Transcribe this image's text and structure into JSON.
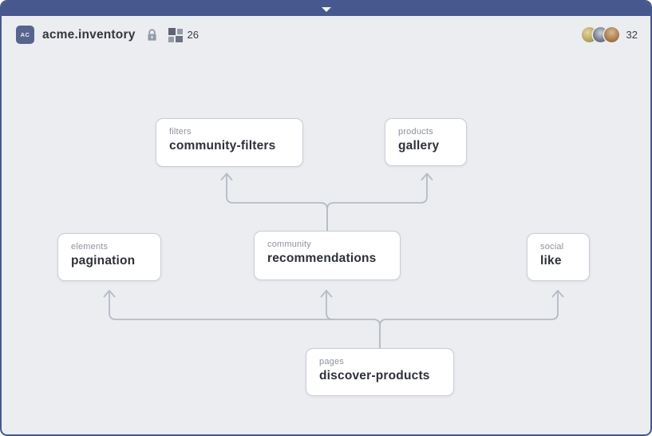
{
  "topbar": {
    "collapse_icon": "chevron-down",
    "color": "#47588e"
  },
  "header": {
    "badge": "AC",
    "title": "acme.inventory",
    "lock_icon": "lock-closed",
    "screens_icon": "grid-tiles",
    "screens_count": "26",
    "collaborators_count": "32",
    "avatars": [
      "collaborator-1",
      "collaborator-2",
      "collaborator-3"
    ]
  },
  "canvas": {
    "background": "#ebedf1",
    "edge_color": "#b6bbc5",
    "node_border_color": "#c9cdd6"
  },
  "nodes": [
    {
      "label": "filters",
      "name": "community-filters"
    },
    {
      "label": "products",
      "name": "gallery"
    },
    {
      "label": "elements",
      "name": "pagination"
    },
    {
      "label": "community",
      "name": "recommendations"
    },
    {
      "label": "social",
      "name": "like"
    },
    {
      "label": "pages",
      "name": "discover-products"
    }
  ],
  "edges": [
    {
      "from": "discover-products",
      "to": "pagination"
    },
    {
      "from": "discover-products",
      "to": "recommendations"
    },
    {
      "from": "discover-products",
      "to": "like"
    },
    {
      "from": "recommendations",
      "to": "community-filters"
    },
    {
      "from": "recommendations",
      "to": "gallery"
    }
  ]
}
